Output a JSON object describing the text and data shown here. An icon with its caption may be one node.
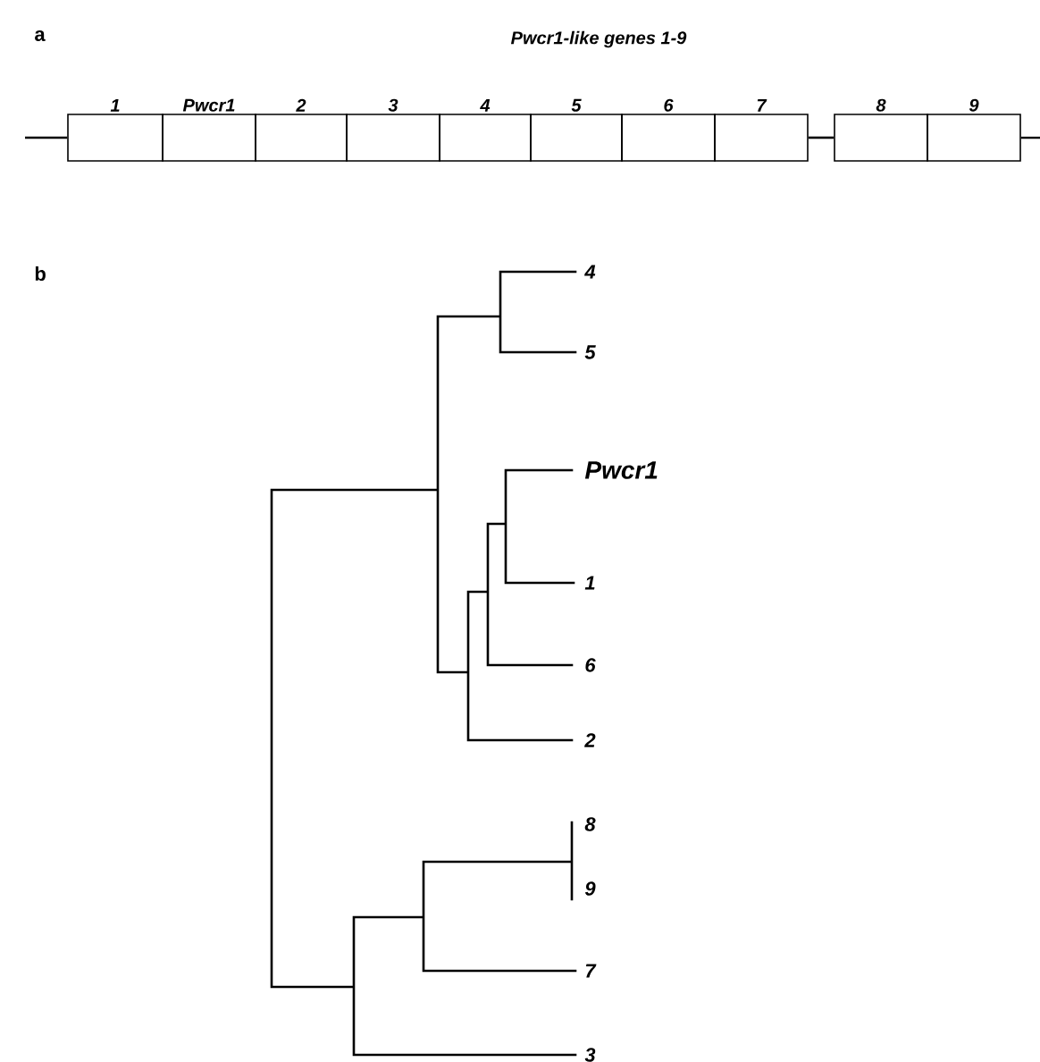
{
  "diagram": {
    "nodes": [
      {
        "text": [
          "1"
        ]
      },
      {
        "text": [
          "Pwcr1"
        ]
      },
      {
        "text": [
          "2"
        ]
      },
      {
        "text": [
          "3"
        ]
      },
      {
        "text": [
          "4"
        ]
      },
      {
        "text": [
          "5"
        ]
      },
      {
        "text": [
          "6"
        ]
      },
      {
        "text": [
          "7"
        ]
      },
      {
        "text": [
          "8"
        ]
      },
      {
        "text": [
          "9"
        ]
      }
    ],
    "edges": [
      {
        "from": null,
        "to": 0,
        "arrow": "none"
      },
      {
        "from": 7,
        "to": 8,
        "arrow": "none"
      },
      {
        "from": 9,
        "to": null,
        "arrow": "none"
      }
    ],
    "labels": [
      "a",
      "Pwcr1-like genes 1-9",
      "b",
      "4",
      "5",
      "Pwcr1",
      "1",
      "6",
      "2",
      "8",
      "9",
      "7",
      "3"
    ]
  }
}
